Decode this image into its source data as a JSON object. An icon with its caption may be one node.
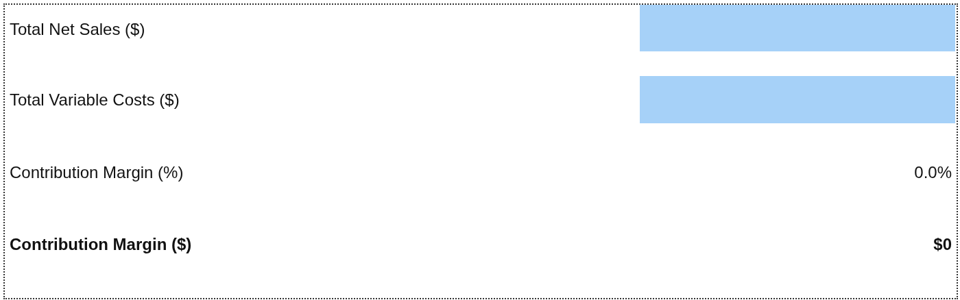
{
  "diagram": {
    "labels": [
      "Total Net Sales ($)",
      "Total Variable Costs ($)",
      "Contribution Margin (%)",
      "0.0%",
      "Contribution Margin ($)",
      "$0"
    ]
  }
}
